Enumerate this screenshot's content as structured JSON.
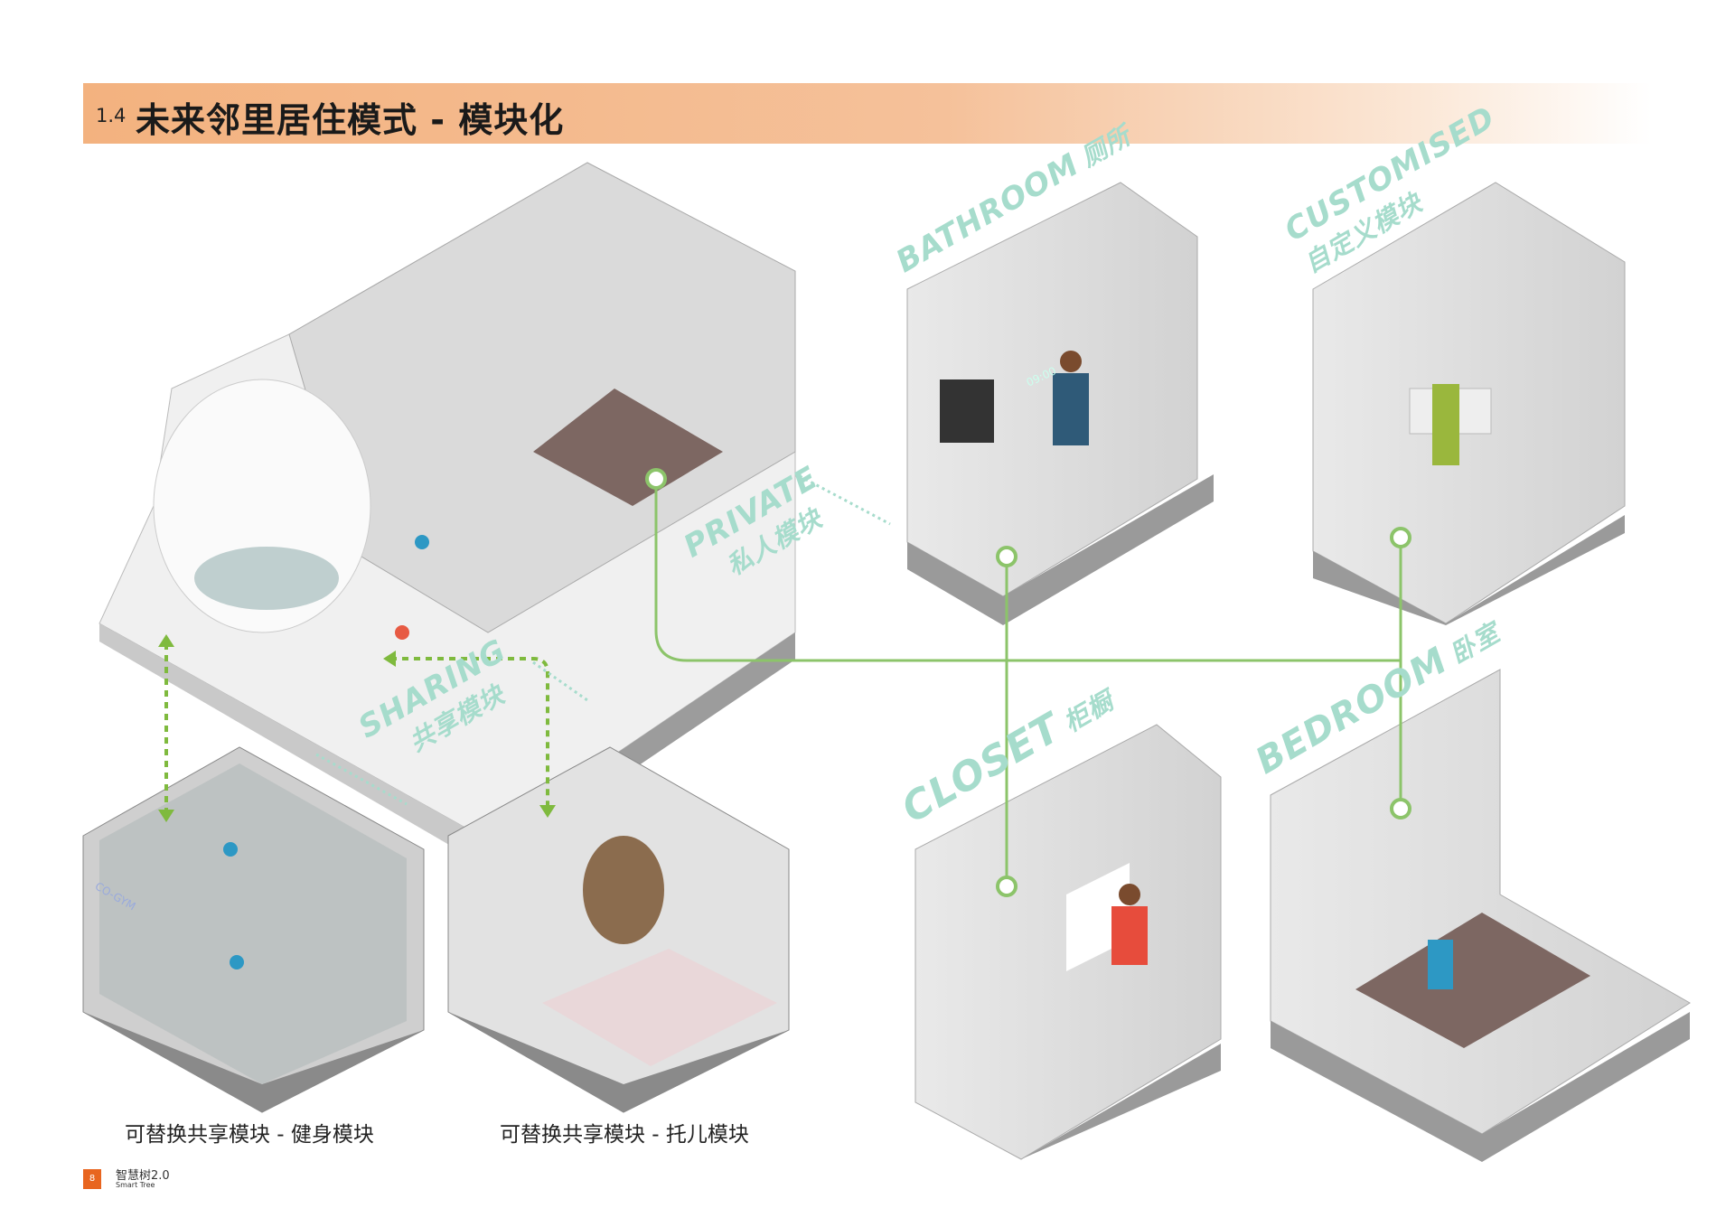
{
  "header": {
    "section_number": "1.4",
    "title": "未来邻里居住模式 - 模块化"
  },
  "labels": {
    "bathroom": {
      "en": "BATHROOM",
      "zh": "厕所"
    },
    "customised": {
      "en": "CUSTOMISED",
      "zh": "自定义模块"
    },
    "private": {
      "en": "PRIVATE",
      "zh": "私人模块"
    },
    "sharing": {
      "en": "SHARING",
      "zh": "共享模块"
    },
    "closet": {
      "en": "CLOSET",
      "zh": "柜橱"
    },
    "bedroom": {
      "en": "BEDROOM",
      "zh": "卧室"
    }
  },
  "in_image_text": {
    "gym_sign": "CO-GYM",
    "mirror_clock": "09:00"
  },
  "captions": {
    "gym": "可替换共享模块 - 健身模块",
    "childcare": "可替换共享模块 - 托儿模块"
  },
  "footer": {
    "page_number": "8",
    "brand_zh": "智慧树2.0",
    "brand_en": "Smart Tree"
  },
  "colors": {
    "accent_green": "#8cc46a",
    "label_mint": "#a6dccc",
    "header_orange": "#f3b27f",
    "footer_orange": "#e8651f"
  }
}
